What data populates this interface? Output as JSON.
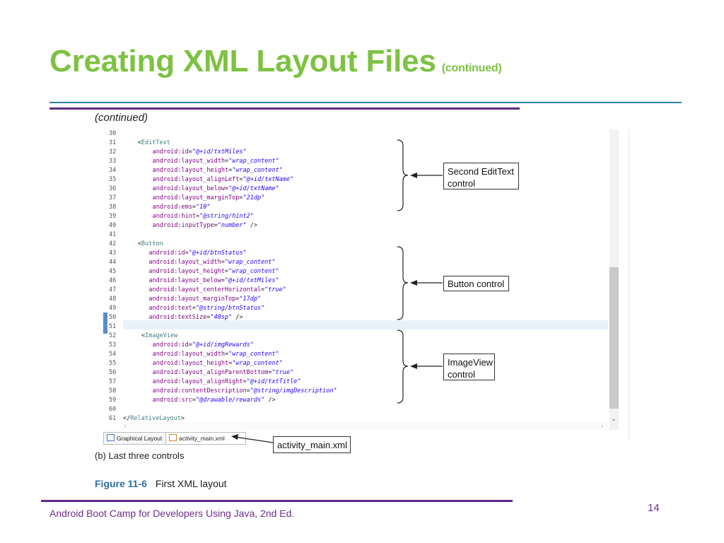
{
  "slide": {
    "title": "Creating XML Layout Files",
    "title_suffix": "(continued)",
    "continued_caption": "(continued)",
    "sub_caption": "(b) Last three controls",
    "figure_number": "Figure 11-6",
    "figure_caption": "First XML layout",
    "footer": "Android Boot Camp for Developers Using Java, 2nd Ed.",
    "page_number": "14"
  },
  "editor": {
    "lines": [
      {
        "n": "30",
        "indent": 0,
        "parts": []
      },
      {
        "n": "31",
        "indent": 4,
        "parts": [
          {
            "c": "p",
            "t": "<"
          },
          {
            "c": "t",
            "t": "EditText"
          }
        ]
      },
      {
        "n": "32",
        "indent": 8,
        "parts": [
          {
            "c": "a",
            "t": "android:id"
          },
          {
            "c": "p",
            "t": "="
          },
          {
            "c": "v",
            "t": "\"@+id/txtMiles\""
          }
        ]
      },
      {
        "n": "33",
        "indent": 8,
        "parts": [
          {
            "c": "a",
            "t": "android:layout_width"
          },
          {
            "c": "p",
            "t": "="
          },
          {
            "c": "v",
            "t": "\"wrap_content\""
          }
        ]
      },
      {
        "n": "34",
        "indent": 8,
        "parts": [
          {
            "c": "a",
            "t": "android:layout_height"
          },
          {
            "c": "p",
            "t": "="
          },
          {
            "c": "v",
            "t": "\"wrap_content\""
          }
        ]
      },
      {
        "n": "35",
        "indent": 8,
        "parts": [
          {
            "c": "a",
            "t": "android:layout_alignLeft"
          },
          {
            "c": "p",
            "t": "="
          },
          {
            "c": "v",
            "t": "\"@+id/txtName\""
          }
        ]
      },
      {
        "n": "36",
        "indent": 8,
        "parts": [
          {
            "c": "a",
            "t": "android:layout_below"
          },
          {
            "c": "p",
            "t": "="
          },
          {
            "c": "v",
            "t": "\"@+id/txtName\""
          }
        ]
      },
      {
        "n": "37",
        "indent": 8,
        "parts": [
          {
            "c": "a",
            "t": "android:layout_marginTop"
          },
          {
            "c": "p",
            "t": "="
          },
          {
            "c": "v",
            "t": "\"21dp\""
          }
        ]
      },
      {
        "n": "38",
        "indent": 8,
        "parts": [
          {
            "c": "a",
            "t": "android:ems"
          },
          {
            "c": "p",
            "t": "="
          },
          {
            "c": "v",
            "t": "\"10\""
          }
        ]
      },
      {
        "n": "39",
        "indent": 8,
        "parts": [
          {
            "c": "a",
            "t": "android:hint"
          },
          {
            "c": "p",
            "t": "="
          },
          {
            "c": "v",
            "t": "\"@string/hint2\""
          }
        ]
      },
      {
        "n": "40",
        "indent": 8,
        "parts": [
          {
            "c": "a",
            "t": "android:inputType"
          },
          {
            "c": "p",
            "t": "="
          },
          {
            "c": "v",
            "t": "\"number\""
          },
          {
            "c": "p",
            "t": " />"
          }
        ]
      },
      {
        "n": "41",
        "indent": 0,
        "parts": []
      },
      {
        "n": "42",
        "indent": 4,
        "parts": [
          {
            "c": "p",
            "t": "<"
          },
          {
            "c": "t",
            "t": "Button"
          }
        ]
      },
      {
        "n": "43",
        "indent": 7,
        "parts": [
          {
            "c": "a",
            "t": "android:id"
          },
          {
            "c": "p",
            "t": "="
          },
          {
            "c": "v",
            "t": "\"@+id/btnStatus\""
          }
        ]
      },
      {
        "n": "44",
        "indent": 7,
        "parts": [
          {
            "c": "a",
            "t": "android:layout_width"
          },
          {
            "c": "p",
            "t": "="
          },
          {
            "c": "v",
            "t": "\"wrap_content\""
          }
        ]
      },
      {
        "n": "45",
        "indent": 7,
        "parts": [
          {
            "c": "a",
            "t": "android:layout_height"
          },
          {
            "c": "p",
            "t": "="
          },
          {
            "c": "v",
            "t": "\"wrap_content\""
          }
        ]
      },
      {
        "n": "46",
        "indent": 7,
        "parts": [
          {
            "c": "a",
            "t": "android:layout_below"
          },
          {
            "c": "p",
            "t": "="
          },
          {
            "c": "v",
            "t": "\"@+id/txtMiles\""
          }
        ]
      },
      {
        "n": "47",
        "indent": 7,
        "parts": [
          {
            "c": "a",
            "t": "android:layout_centerHorizontal"
          },
          {
            "c": "p",
            "t": "="
          },
          {
            "c": "v",
            "t": "\"true\""
          }
        ]
      },
      {
        "n": "48",
        "indent": 7,
        "parts": [
          {
            "c": "a",
            "t": "android:layout_marginTop"
          },
          {
            "c": "p",
            "t": "="
          },
          {
            "c": "v",
            "t": "\"17dp\""
          }
        ]
      },
      {
        "n": "49",
        "indent": 7,
        "parts": [
          {
            "c": "a",
            "t": "android:text"
          },
          {
            "c": "p",
            "t": "="
          },
          {
            "c": "v",
            "t": "\"@string/btnStatus\""
          }
        ]
      },
      {
        "n": "50",
        "indent": 7,
        "parts": [
          {
            "c": "a",
            "t": "android:textSize"
          },
          {
            "c": "p",
            "t": "="
          },
          {
            "c": "v",
            "t": "\"40sp\""
          },
          {
            "c": "p",
            "t": " />"
          }
        ]
      },
      {
        "n": "51",
        "indent": 0,
        "parts": []
      },
      {
        "n": "52",
        "indent": 5,
        "parts": [
          {
            "c": "p",
            "t": "<"
          },
          {
            "c": "t",
            "t": "ImageView"
          }
        ]
      },
      {
        "n": "53",
        "indent": 8,
        "parts": [
          {
            "c": "a",
            "t": "android:id"
          },
          {
            "c": "p",
            "t": "="
          },
          {
            "c": "v",
            "t": "\"@+id/imgRewards\""
          }
        ]
      },
      {
        "n": "54",
        "indent": 8,
        "parts": [
          {
            "c": "a",
            "t": "android:layout_width"
          },
          {
            "c": "p",
            "t": "="
          },
          {
            "c": "v",
            "t": "\"wrap_content\""
          }
        ]
      },
      {
        "n": "55",
        "indent": 8,
        "parts": [
          {
            "c": "a",
            "t": "android:layout_height"
          },
          {
            "c": "p",
            "t": "="
          },
          {
            "c": "v",
            "t": "\"wrap_content\""
          }
        ]
      },
      {
        "n": "56",
        "indent": 8,
        "parts": [
          {
            "c": "a",
            "t": "android:layout_alignParentBottom"
          },
          {
            "c": "p",
            "t": "="
          },
          {
            "c": "v",
            "t": "\"true\""
          }
        ]
      },
      {
        "n": "57",
        "indent": 8,
        "parts": [
          {
            "c": "a",
            "t": "android:layout_alignRight"
          },
          {
            "c": "p",
            "t": "="
          },
          {
            "c": "v",
            "t": "\"@+id/txtTitle\""
          }
        ]
      },
      {
        "n": "58",
        "indent": 8,
        "parts": [
          {
            "c": "a",
            "t": "android:contentDescription"
          },
          {
            "c": "p",
            "t": "="
          },
          {
            "c": "v",
            "t": "\"@string/imgDescription\""
          }
        ]
      },
      {
        "n": "59",
        "indent": 8,
        "parts": [
          {
            "c": "a",
            "t": "android:src"
          },
          {
            "c": "p",
            "t": "="
          },
          {
            "c": "v",
            "t": "\"@drawable/rewards\""
          },
          {
            "c": "p",
            "t": " />"
          }
        ]
      },
      {
        "n": "60",
        "indent": 0,
        "parts": []
      },
      {
        "n": "61",
        "indent": 0,
        "parts": [
          {
            "c": "p",
            "t": "</"
          },
          {
            "c": "t",
            "t": "RelativeLayout"
          },
          {
            "c": "p",
            "t": ">"
          }
        ]
      }
    ],
    "tabs": [
      {
        "label": "Graphical Layout",
        "icon": "layout-icon"
      },
      {
        "label": "activity_main.xml",
        "icon": "xml-file-icon"
      }
    ]
  },
  "callouts": {
    "edittext": "Second EditText control",
    "button": "Button control",
    "imageview": "ImageView control",
    "file": "activity_main.xml"
  },
  "colors": {
    "title": "#7dc242",
    "rule_teal": "#2e7fa3",
    "rule_purple": "#5b2a86",
    "footer": "#6d2e8c"
  }
}
